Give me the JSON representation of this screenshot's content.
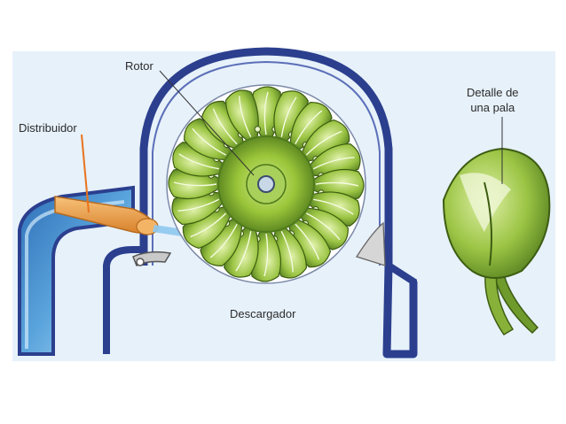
{
  "labels": {
    "rotor": "Rotor",
    "distributor": "Distribuidor",
    "discharge": "Descargador",
    "blade_detail_line1": "Detalle de",
    "blade_detail_line2": "una pala"
  },
  "colors": {
    "panel": "#e7f1fa",
    "casing": "#2b3f8e",
    "water": "#3a84c8",
    "water_light": "#8ec8ef",
    "rotor_green": "#9bc63a",
    "rotor_dark": "#4f7a1c",
    "nozzle_orange": "#f0a24a",
    "leader_orange": "#e8731c",
    "hub": "#c9d8e6"
  },
  "rotor": {
    "bucket_count": 20
  }
}
